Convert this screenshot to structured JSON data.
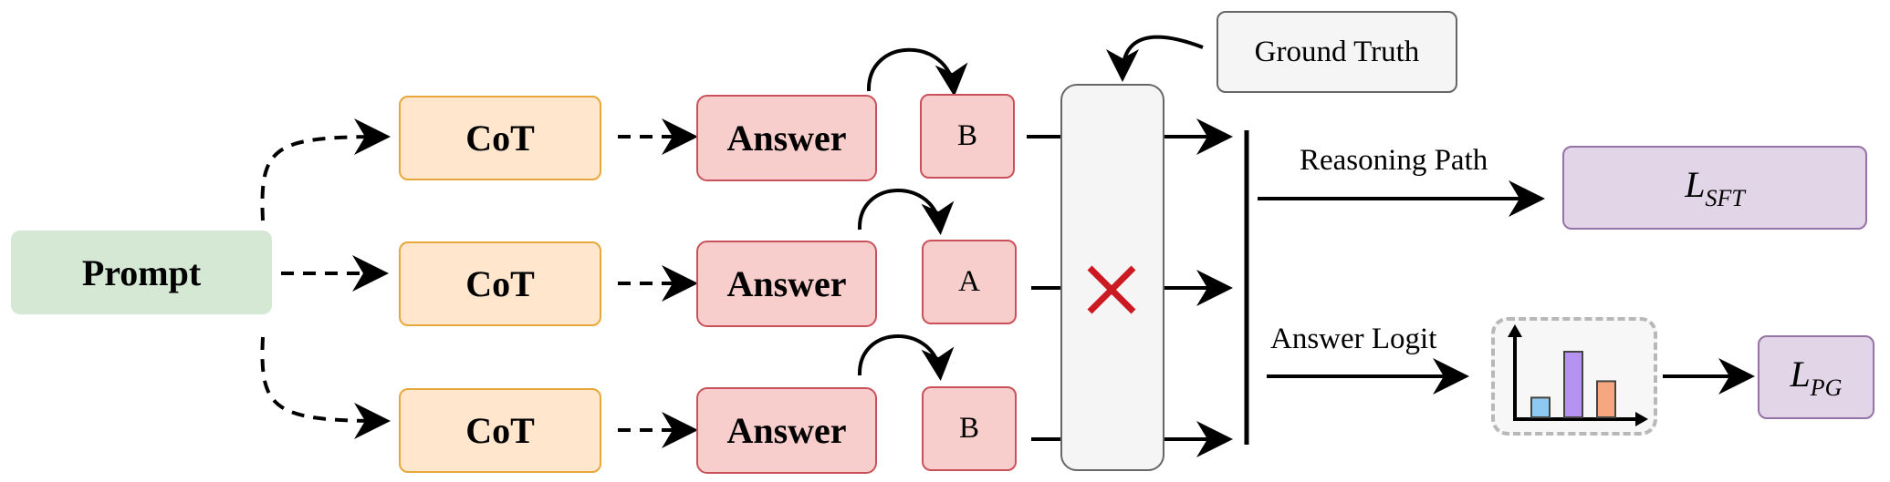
{
  "prompt": {
    "label": "Prompt"
  },
  "cot": [
    {
      "label": "CoT"
    },
    {
      "label": "CoT"
    },
    {
      "label": "CoT"
    }
  ],
  "answer": [
    {
      "label": "Answer"
    },
    {
      "label": "Answer"
    },
    {
      "label": "Answer"
    }
  ],
  "options": [
    {
      "label": "B"
    },
    {
      "label": "A"
    },
    {
      "label": "B"
    }
  ],
  "ground_truth": {
    "label": "Ground Truth"
  },
  "reasoning_path": {
    "label": "Reasoning Path"
  },
  "answer_logit": {
    "label": "Answer Logit"
  },
  "loss_sft": {
    "symbol": "L",
    "subscript": "SFT"
  },
  "loss_pg": {
    "symbol": "L",
    "subscript": "PG"
  },
  "reject_mark": {
    "icon": "cross-icon",
    "color": "#cc1a22"
  },
  "logit_chart": {
    "values": [
      0.3,
      1.0,
      0.55
    ],
    "colors": [
      "#8ec9f1",
      "#b692f2",
      "#f6a77f"
    ],
    "icon": "bar-chart-icon"
  },
  "colors": {
    "prompt_fill": "#d5e8d4",
    "cot_fill": "#ffe6cc",
    "answer_fill": "#f8cecc",
    "loss_fill": "#e1d5e7",
    "neutral_fill": "#f5f5f5"
  }
}
